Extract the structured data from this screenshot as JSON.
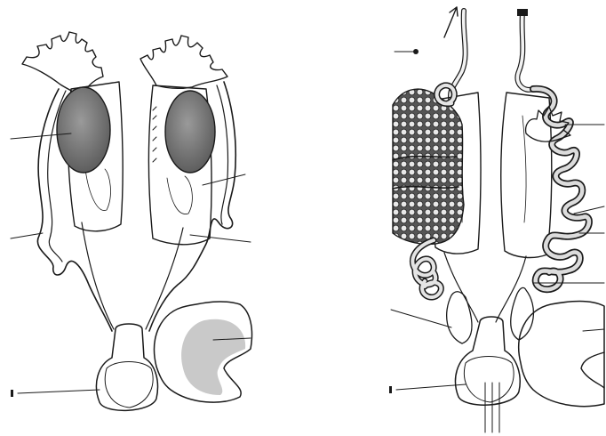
{
  "figure": {
    "panels": [
      {
        "id": "left",
        "stage": "unlabeled-organ-diagram-a"
      },
      {
        "id": "right",
        "stage": "unlabeled-organ-diagram-b"
      }
    ],
    "label_text": [],
    "colors": {
      "ink": "#1a1a1a",
      "shade_dark": "#6e6e6e",
      "shade_mid": "#b5b5b5",
      "shade_light": "#e6e6e6",
      "paper": "#ffffff"
    }
  }
}
